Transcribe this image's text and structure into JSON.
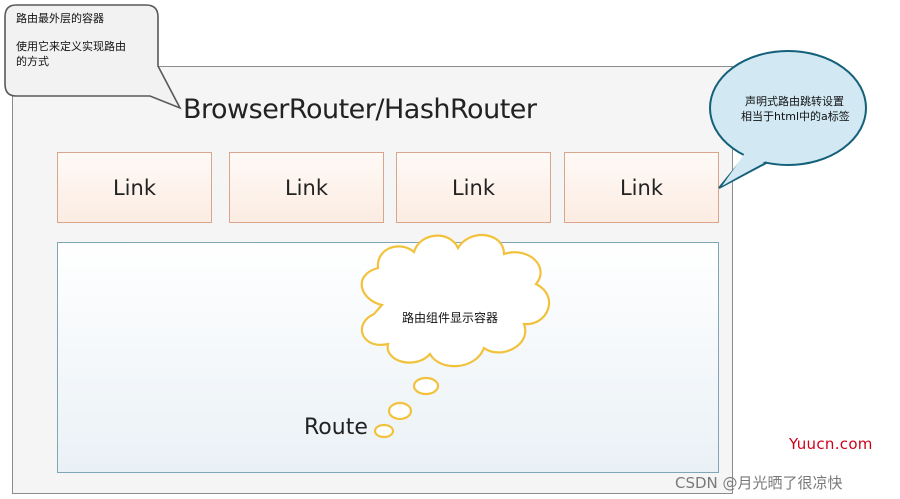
{
  "outer_callout": {
    "title": "路由最外层的容器",
    "desc_line1": "使用它来定义实现路由",
    "desc_line2": "的方式"
  },
  "router_title": "BrowserRouter/HashRouter",
  "links": [
    "Link",
    "Link",
    "Link",
    "Link"
  ],
  "link_callout": {
    "line1": "声明式路由跳转设置",
    "line2": "相当于html中的a标签"
  },
  "cloud_text": "路由组件显示容器",
  "route_label": "Route",
  "watermarks": {
    "site": "Yuucn.com",
    "csdn": "CSDN @月光晒了很凉快"
  },
  "colors": {
    "link_border": "#d9a58c",
    "route_border": "#7fa6b6",
    "callout_fill": "#d2e9f4",
    "callout_stroke": "#15607a",
    "cloud_stroke": "#f2c23c",
    "watermark_red": "#d0021b"
  }
}
